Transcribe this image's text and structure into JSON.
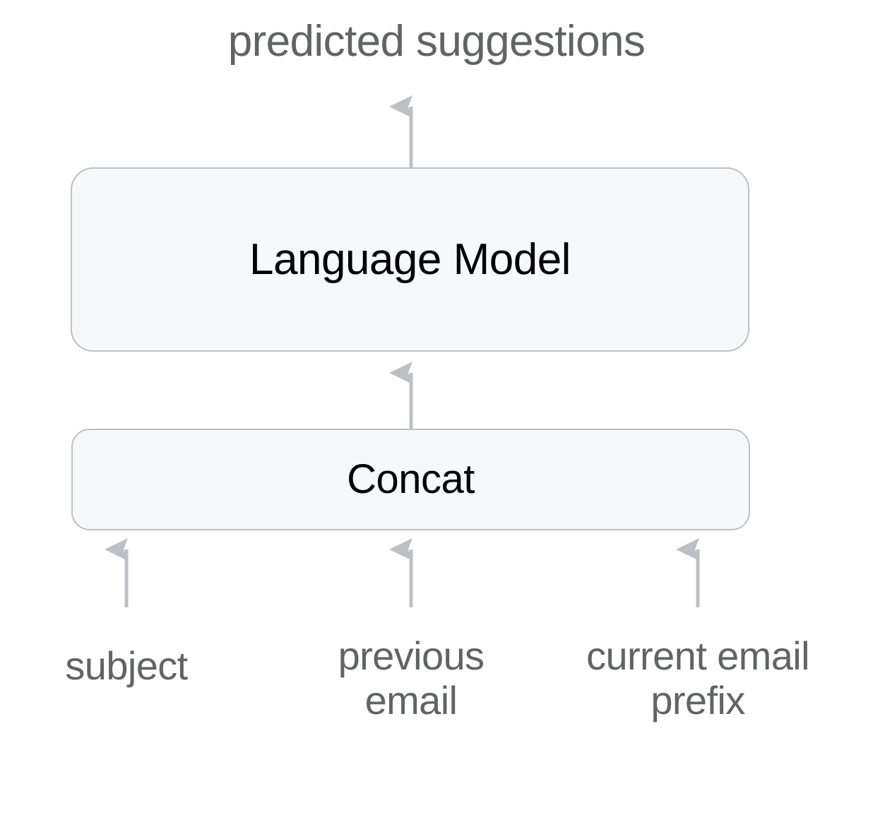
{
  "diagram": {
    "title": "predicted suggestions",
    "type": "flow-diagram",
    "background_color": "#ffffff",
    "output": {
      "label": "predicted suggestions",
      "color": "#626366"
    },
    "nodes": [
      {
        "id": "language-model",
        "label": "Language Model",
        "fill": "#f6f8f9",
        "border_color": "#bcc0c6",
        "text_color": "#000000"
      },
      {
        "id": "concat",
        "label": "Concat",
        "fill": "#f6f8f9",
        "border_color": "#bcc0c6",
        "text_color": "#000000"
      }
    ],
    "inputs": [
      {
        "id": "subject",
        "label": "subject",
        "color": "#626366"
      },
      {
        "id": "previous-email",
        "label": "previous\nemail",
        "color": "#626366"
      },
      {
        "id": "current-email-prefix",
        "label": "current email\nprefix",
        "color": "#626366"
      }
    ],
    "arrows": [
      {
        "id": "subject-to-concat",
        "from": "subject",
        "to": "concat",
        "direction": "up",
        "color": "#bcc0c6"
      },
      {
        "id": "previous-email-to-concat",
        "from": "previous-email",
        "to": "concat",
        "direction": "up",
        "color": "#bcc0c6"
      },
      {
        "id": "current-email-prefix-to-concat",
        "from": "current-email-prefix",
        "to": "concat",
        "direction": "up",
        "color": "#bcc0c6"
      },
      {
        "id": "concat-to-language-model",
        "from": "concat",
        "to": "language-model",
        "direction": "up",
        "color": "#bcc0c6"
      },
      {
        "id": "language-model-to-output",
        "from": "language-model",
        "to": "predicted suggestions",
        "direction": "up",
        "color": "#bcc0c6"
      }
    ]
  }
}
